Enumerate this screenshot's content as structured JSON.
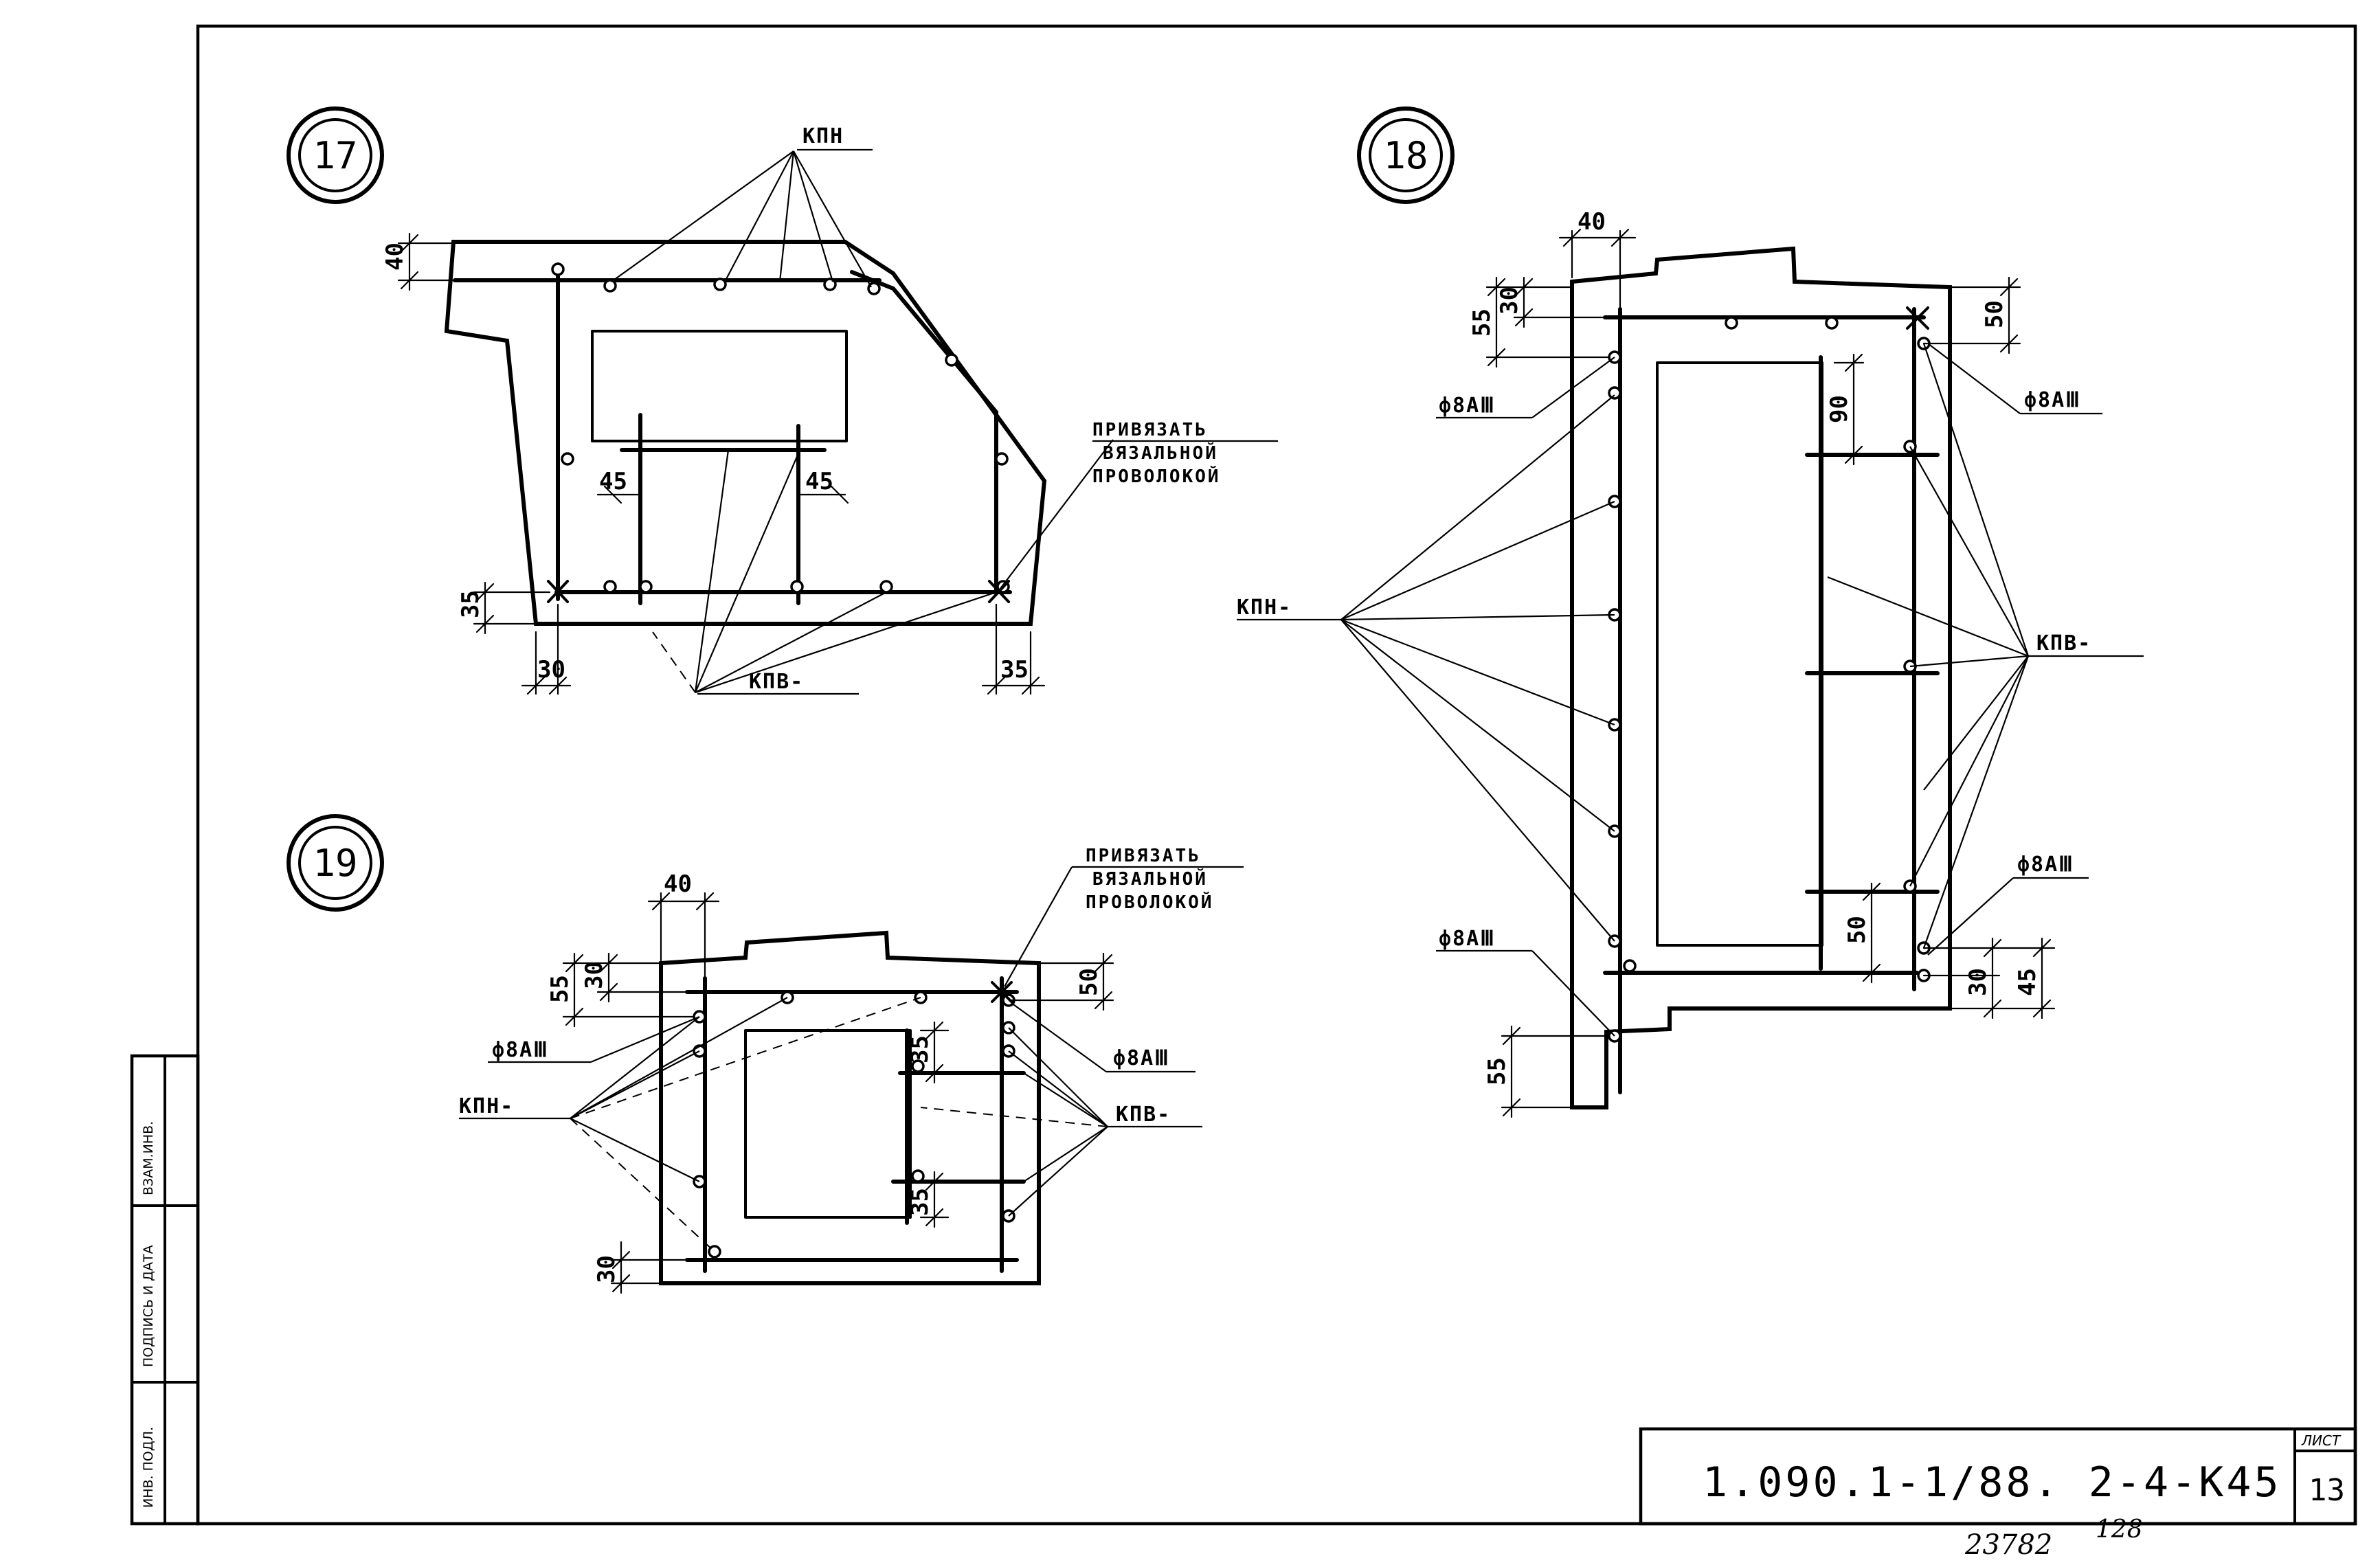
{
  "details": {
    "d17": {
      "number": "17",
      "label_kpn": "КПН",
      "label_kpv": "КПВ-",
      "note": [
        "ПРИВЯЗАТЬ",
        "ВЯЗАЛЬНОЙ",
        "ПРОВОЛОКОЙ"
      ],
      "dims": [
        "40",
        "45",
        "45",
        "35",
        "30",
        "35"
      ]
    },
    "d18": {
      "number": "18",
      "label_kpn": "КПН-",
      "label_kpv": "КПВ-",
      "rebar": [
        "ф8АⅢ",
        "ф8АⅢ",
        "ф8АⅢ",
        "ф8АⅢ"
      ],
      "dims": [
        "40",
        "55",
        "30",
        "50",
        "90",
        "50",
        "55",
        "30",
        "45"
      ]
    },
    "d19": {
      "number": "19",
      "label_kpn": "КПН-",
      "label_kpv": "КПВ-",
      "note": [
        "ПРИВЯЗАТЬ",
        "ВЯЗАЛЬНОЙ",
        "ПРОВОЛОКОЙ"
      ],
      "rebar": [
        "ф8АⅢ",
        "ф8АⅢ"
      ],
      "dims": [
        "40",
        "55",
        "30",
        "50",
        "35",
        "35",
        "30"
      ]
    }
  },
  "stamp": {
    "side_fields": [
      "ВЗАМ.ИНВ.",
      "ПОДПИСЬ И ДАТА",
      "ИНВ. ПОДЛ."
    ],
    "code": "1.090.1-1/88. 2-4-К45",
    "sheet_label": "ЛИСТ",
    "sheet_number": "13",
    "archive_number": "23782",
    "archive_page": "128"
  }
}
